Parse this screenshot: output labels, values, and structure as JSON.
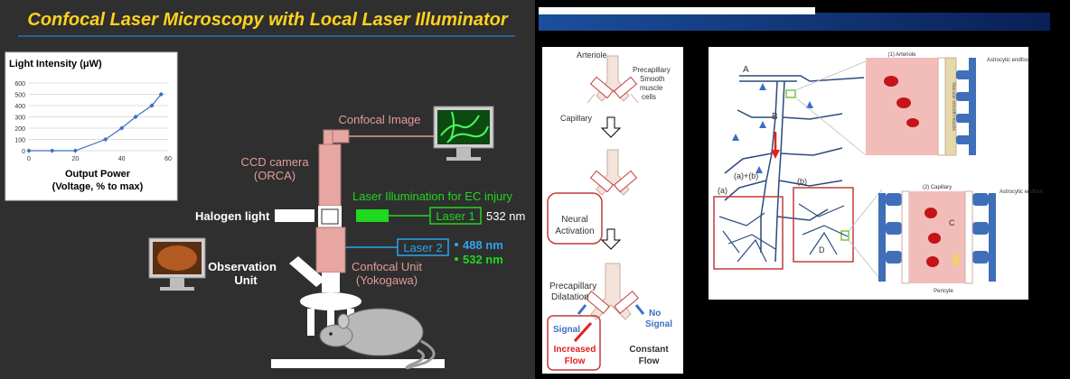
{
  "left_slide": {
    "title": "Confocal Laser Microscopy with Local Laser Illuminator",
    "colors": {
      "background": "#2f2f2f",
      "title": "#ffd21e",
      "pink": "#e8a6a2",
      "pink_text": "#e39b96",
      "green": "#1fd81f",
      "blue": "#2fa4ef"
    },
    "labels": {
      "confocal_image": "Confocal Image",
      "ccd_camera": [
        "CCD camera",
        "(ORCA)"
      ],
      "laser_illum": "Laser Illumination for EC injury",
      "halogen": "Halogen light",
      "laser1": "Laser 1",
      "laser1_wl": "532 nm",
      "laser2": "Laser 2",
      "laser2_wl": [
        "488 nm",
        "532 nm"
      ],
      "observation_unit": [
        "Observation",
        "Unit"
      ],
      "confocal_unit": [
        "Confocal Unit",
        "(Yokogawa)"
      ]
    },
    "icons": [
      "monitor-icon",
      "monitor-icon",
      "mouse-icon",
      "microscope-diagram"
    ]
  },
  "chart_data": {
    "type": "line",
    "ylabel": "Light Intensity (μW)",
    "xlabel": [
      "Output Power",
      "(Voltage, % to max)"
    ],
    "x": [
      0,
      10,
      20,
      33,
      40,
      46,
      53,
      57
    ],
    "values": [
      0,
      0,
      0,
      100,
      200,
      300,
      400,
      500
    ],
    "xlim": [
      0,
      60
    ],
    "ylim": [
      0,
      600
    ],
    "xticks": [
      0,
      20,
      40,
      60
    ],
    "yticks": [
      0,
      100,
      200,
      300,
      400,
      500,
      600
    ],
    "grid": true,
    "line_color": "#3b6fc4"
  },
  "right_slide": {
    "flow_panel": {
      "labels": {
        "arteriole": "Arteriole",
        "precapillary": [
          "Precapillary",
          "Smooth",
          "muscle",
          "cells"
        ],
        "capillary": "Capillary",
        "neural": [
          "Neural",
          "Activation"
        ],
        "precap_dilatation": [
          "Precapillary",
          "Dilatation"
        ],
        "signal": "Signal",
        "no_signal": [
          "No",
          "Signal"
        ],
        "increased_flow": [
          "Increased",
          "Flow"
        ],
        "constant_flow": [
          "Constant",
          "Flow"
        ]
      }
    },
    "vessel_panel": {
      "labels": {
        "a": "A",
        "b": "B",
        "c": "C",
        "d": "D",
        "a_b": "(a)+(b)",
        "sub_a": "(a)",
        "sub_b": "(b)",
        "arteriole_box": "(1) Arteriole",
        "capillary_box": "(2) Capillary",
        "astro1": "Astrocytic endfoot",
        "astro2": "Astrocytic endfoot",
        "smooth_muscle": "Vascular smooth muscle",
        "pericyte": "Pericyte"
      }
    }
  }
}
